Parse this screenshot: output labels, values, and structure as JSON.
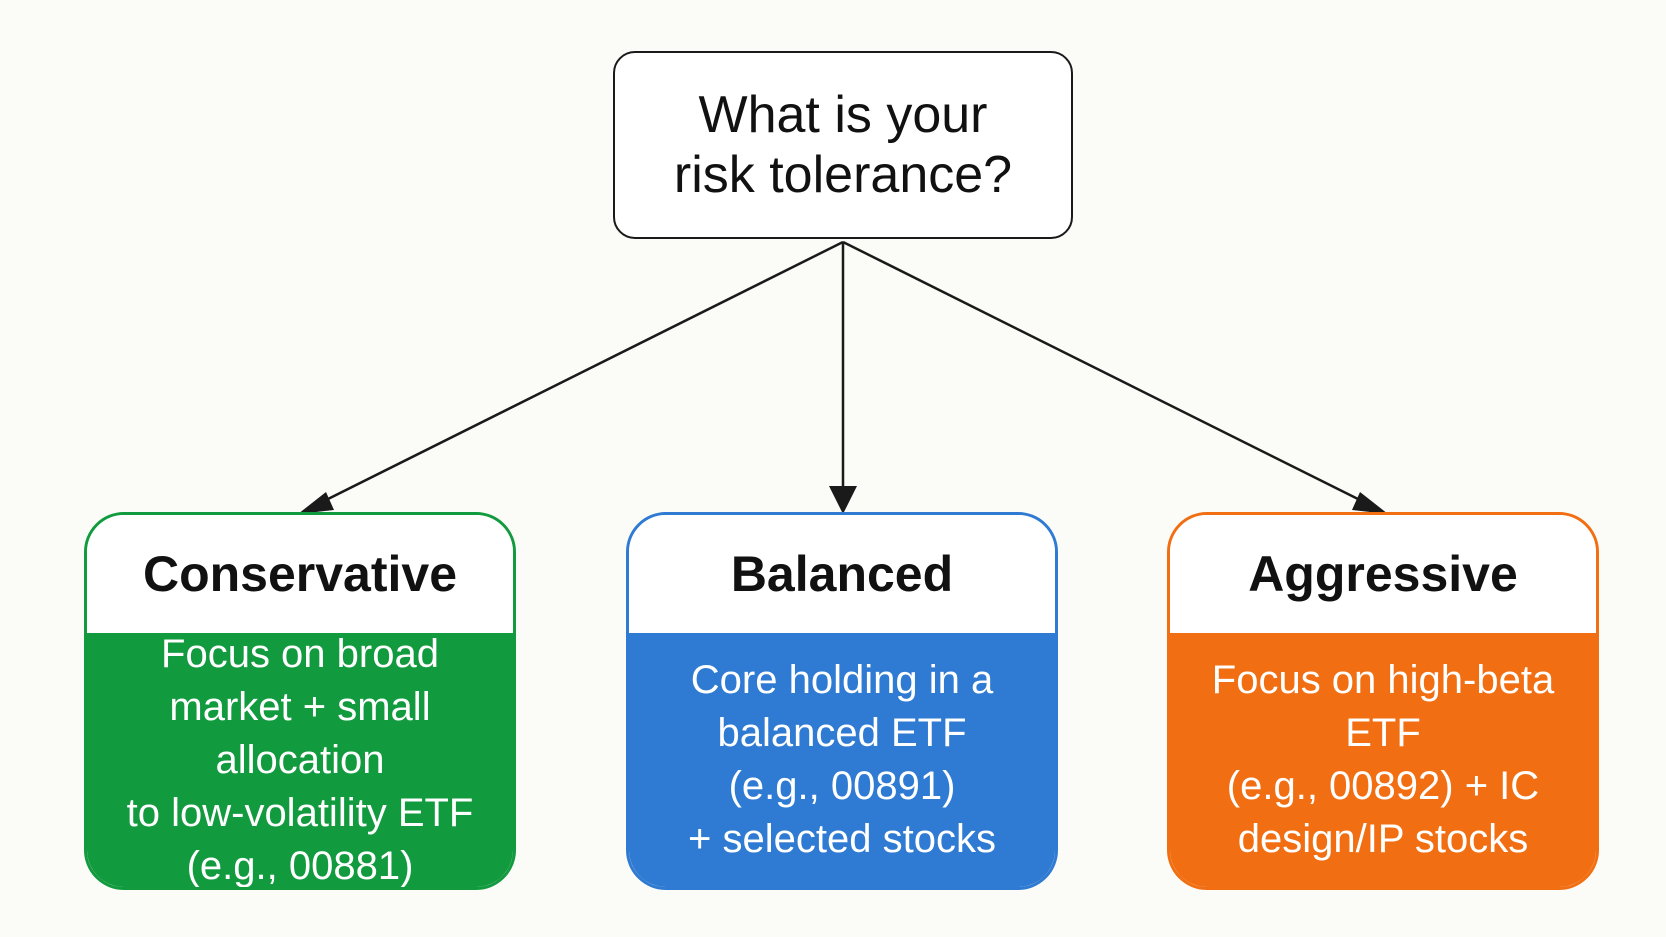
{
  "root": {
    "text": "What is your\nrisk tolerance?"
  },
  "cards": [
    {
      "title": "Conservative",
      "description": "Focus on broad\nmarket + small allocation\nto low-volatility ETF\n(e.g., 00881)",
      "color": "#129a3e"
    },
    {
      "title": "Balanced",
      "description": "Core holding in a\nbalanced ETF\n(e.g., 00891)\n+ selected stocks",
      "color": "#2f7ad2"
    },
    {
      "title": "Aggressive",
      "description": "Focus on high-beta\nETF\n(e.g., 00892) + IC\ndesign/IP stocks",
      "color": "#f26e12"
    }
  ],
  "colors": {
    "border": "#1a1a1a",
    "background": "#fbfcf8"
  }
}
